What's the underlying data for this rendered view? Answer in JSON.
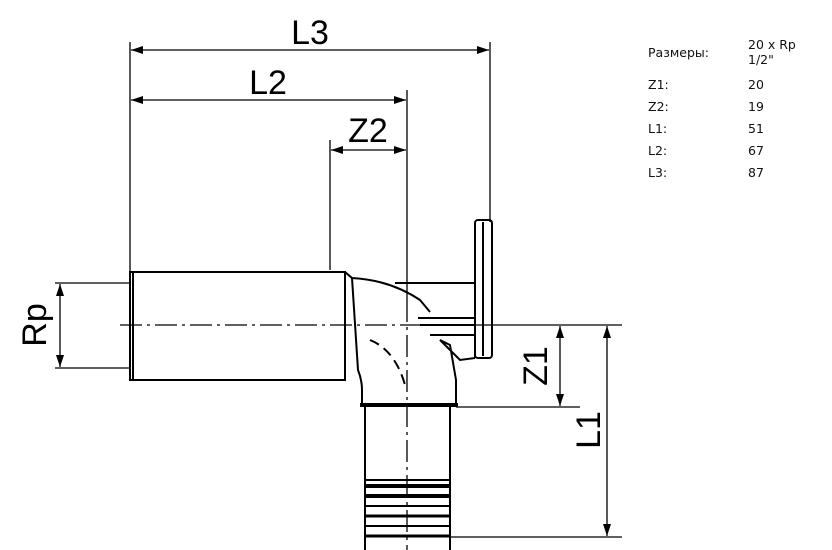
{
  "drawing": {
    "dimension_labels": {
      "L3": "L3",
      "L2": "L2",
      "Z2": "Z2",
      "Rp": "Rp",
      "Z1": "Z1",
      "L1": "L1"
    }
  },
  "spec_table": {
    "header_label": "Размеры:",
    "header_value_line1": "20 x Rp",
    "header_value_line2": "1/2\"",
    "rows": [
      {
        "label": "Z1:",
        "value": "20"
      },
      {
        "label": "Z2:",
        "value": "19"
      },
      {
        "label": "L1:",
        "value": "51"
      },
      {
        "label": "L2:",
        "value": "67"
      },
      {
        "label": "L3:",
        "value": "87"
      }
    ]
  }
}
